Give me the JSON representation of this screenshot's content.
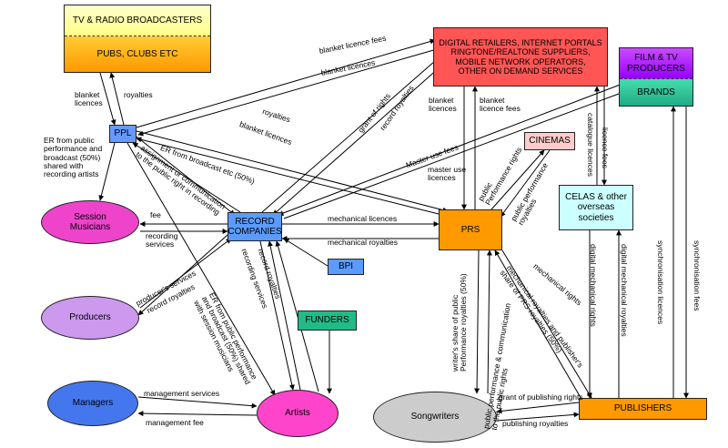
{
  "nodes": {
    "tv_radio": {
      "title": "TV & RADIO BROADCASTERS",
      "subtitle": "PUBS, CLUBS ETC"
    },
    "digital": {
      "lines": [
        "DIGITAL RETAILERS, INTERNET PORTALS",
        "RINGTONE/REALTONE SUPPLIERS,",
        "MOBILE NETWORK OPERATORS,",
        "OTHER ON DEMAND SERVICES"
      ]
    },
    "film_tv": {
      "title": "FILM & TV PRODUCERS",
      "subtitle": "BRANDS"
    },
    "ppl": "PPL",
    "cinemas": "CINEMAS",
    "celas": "CELAS & other overseas societies",
    "record_companies": "RECORD COMPANIES",
    "prs": "PRS",
    "bpi": "BPI",
    "funders": "FUNDERS",
    "session_musicians": "Session Musicians",
    "producers": "Producers",
    "managers": "Managers",
    "artists": "Artists",
    "songwriters": "Songwriters",
    "publishers": "PUBLISHERS"
  },
  "labels": {
    "blanket_licence_fees_1": "blanket licence fees",
    "blanket_licences_1": "blanket licences",
    "blanket_licences_tv": "blanket\nlicences",
    "royalties_tv": "royalties",
    "royalties_ppl": "royalties",
    "blanket_licences_ppl": "blanket licences",
    "grant_of_rights": "grant of rights",
    "record_royalties_top": "record royalties",
    "blanket_licences_digital": "blanket\nlicences",
    "blanket_licence_fees_digital": "blanket\nlicence fees",
    "master_use_fees": "Master use fees",
    "master_use_licences": "master use\nlicences",
    "catalogue_licences": "catalogue licences",
    "licence_fees": "licence fees",
    "er_public": "ER  from public\nperformance and\nbroadcast (50%)\nshared with\nrecording artists",
    "er_broadcast": "ER from broadcast etc (50%)",
    "assignment": "assignment or communication\nto the public right in recording",
    "fee": "fee",
    "recording_services_sm": "recording\nservices",
    "mechanical_licences": "mechanical licences",
    "mechanical_royalties": "mechanical royalties",
    "public_performance_rights": "public\nPerformance rights",
    "public_performance_royalties": "public performance\nroyalties",
    "producers_services": "producer's services",
    "record_royalties_prod": "record royalties",
    "er_session": "ER from public performance\nand broadcast (50%) shared\nwith session musicians",
    "record_royalties_art": "record royalties",
    "recording_services_art": "recording services",
    "writers_share": "writer's share of public\nPerformance royalties (50%)",
    "public_comm": "public performance & communication\nto the public rights",
    "mech_pub_share": "mechanical royalties and publisher's\nshare of PRS royalties (50%)",
    "mechanical_rights": "mechanical rights",
    "digital_mech_rights": "digital mechanical rights",
    "digital_mech_royalties": "digital mechanical royalties",
    "sync_licences": "synchronisation licences",
    "sync_fees": "synchronisation fees",
    "management_services": "management services",
    "management_fee": "management fee",
    "grant_publishing": "grant of publishing rights",
    "publishing_royalties": "publishing royalties"
  },
  "colors": {
    "tv_top": "#ffff99",
    "tv_bottom": "#ff9900",
    "digital": "#ff5555",
    "film_top": "#b026ff",
    "film_bottom": "#33cc99",
    "ppl": "#6699ff",
    "cinemas": "#ffcccc",
    "celas": "#ccffff",
    "record": "#5b9bff",
    "prs": "#ff9900",
    "bpi": "#5b9bff",
    "funders": "#22bb88",
    "session": "#ee44cc",
    "producers": "#cc99ee",
    "managers": "#4477ee",
    "artists": "#ff44cc",
    "songwriters": "#cccccc",
    "publishers": "#ff9900"
  }
}
